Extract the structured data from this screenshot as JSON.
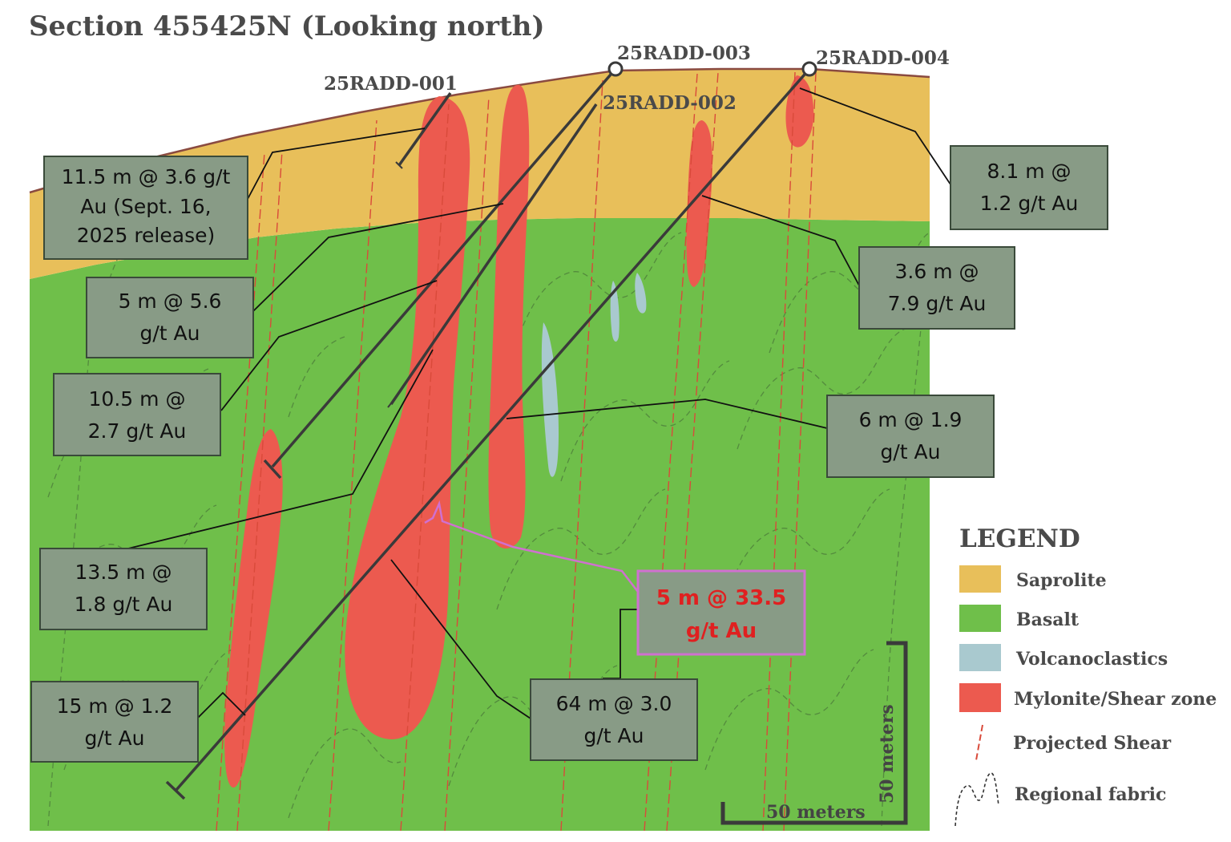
{
  "title": "Section 455425N (Looking north)",
  "colors": {
    "saprolite": "#e8bf5a",
    "basalt": "#6fbf4a",
    "volcaniclastics": "#a9c9cf",
    "mylonite": "#ec5a4f",
    "projected_shear": "#d94a3a",
    "fabric": "#4b7a3a",
    "box_fill": "#889b86",
    "box_stroke": "#3a4a3a",
    "highlight_stroke": "#d070d0",
    "highlight_text": "#e02020"
  },
  "drill_holes": [
    {
      "id": "25RADD-001"
    },
    {
      "id": "25RADD-002"
    },
    {
      "id": "25RADD-003"
    },
    {
      "id": "25RADD-004"
    }
  ],
  "intercepts": [
    {
      "line1": "11.5 m @ 3.6 g/t",
      "line2": "Au (Sept. 16,",
      "line3": "2025 release)"
    },
    {
      "line1": "5 m @ 5.6",
      "line2": "g/t Au"
    },
    {
      "line1": "10.5 m @",
      "line2": "2.7 g/t Au"
    },
    {
      "line1": "13.5 m @",
      "line2": "1.8 g/t Au"
    },
    {
      "line1": "15 m @ 1.2",
      "line2": "g/t Au"
    },
    {
      "line1": "64 m @ 3.0",
      "line2": "g/t Au"
    },
    {
      "line1": "5 m @ 33.5",
      "line2": "g/t Au"
    },
    {
      "line1": "6 m @ 1.9",
      "line2": "g/t Au"
    },
    {
      "line1": "3.6 m @",
      "line2": "7.9 g/t Au"
    },
    {
      "line1": "8.1 m @",
      "line2": "1.2 g/t Au"
    }
  ],
  "legend": {
    "title": "LEGEND",
    "items": [
      {
        "label": "Saprolite"
      },
      {
        "label": "Basalt"
      },
      {
        "label": "Volcanoclastics"
      },
      {
        "label": "Mylonite/Shear zone"
      },
      {
        "label": "Projected Shear"
      },
      {
        "label": "Regional fabric"
      }
    ]
  },
  "scale": {
    "horizontal": "50 meters",
    "vertical": "50 meters"
  }
}
